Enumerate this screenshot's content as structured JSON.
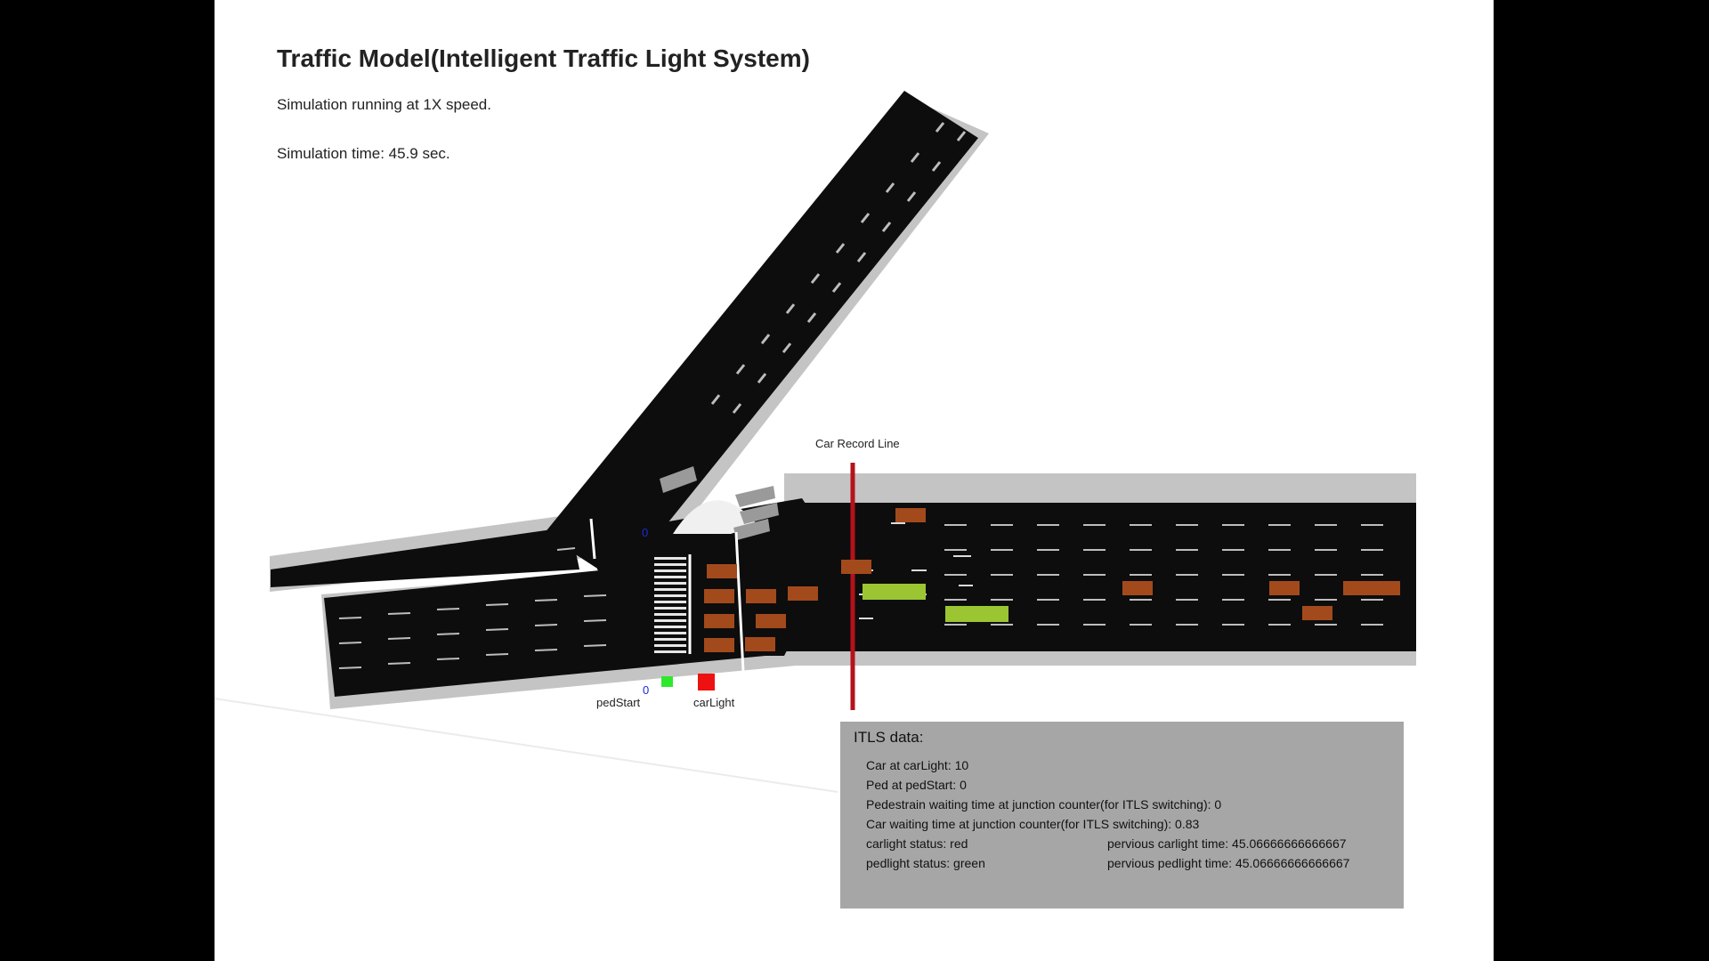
{
  "title": "Traffic Model(Intelligent Traffic Light System)",
  "status": {
    "speed_text": "Simulation running at 1X speed.",
    "time_text": "Simulation time: 45.9 sec."
  },
  "labels": {
    "car_record_line": "Car Record Line",
    "ped_start": "pedStart",
    "car_light": "carLight",
    "ped_count_upper": "0",
    "ped_count_lower": "0"
  },
  "lights": {
    "ped_light_color": "#2ee82e",
    "car_light_color": "#ee1111",
    "record_line_color": "#b5121b"
  },
  "panel": {
    "title": "ITLS data:",
    "car_at_carlight": "Car at carLight: 10",
    "ped_at_pedstart": "Ped at pedStart: 0",
    "ped_wait_counter": "Pedestrain waiting time at junction counter(for ITLS switching): 0",
    "car_wait_counter": "Car waiting time at junction counter(for ITLS switching): 0.83",
    "carlight_status": "carlight status: red",
    "pedlight_status": "pedlight status: green",
    "prev_carlight_time": "pervious carlight time: 45.06666666666667",
    "prev_pedlight_time": "pervious pedlight time: 45.06666666666667"
  },
  "colors": {
    "road": "#0d0d0d",
    "curb": "#c4c4c4",
    "car": "#a34a1c",
    "bus": "#9cc532",
    "panel_bg": "#a6a6a6"
  }
}
